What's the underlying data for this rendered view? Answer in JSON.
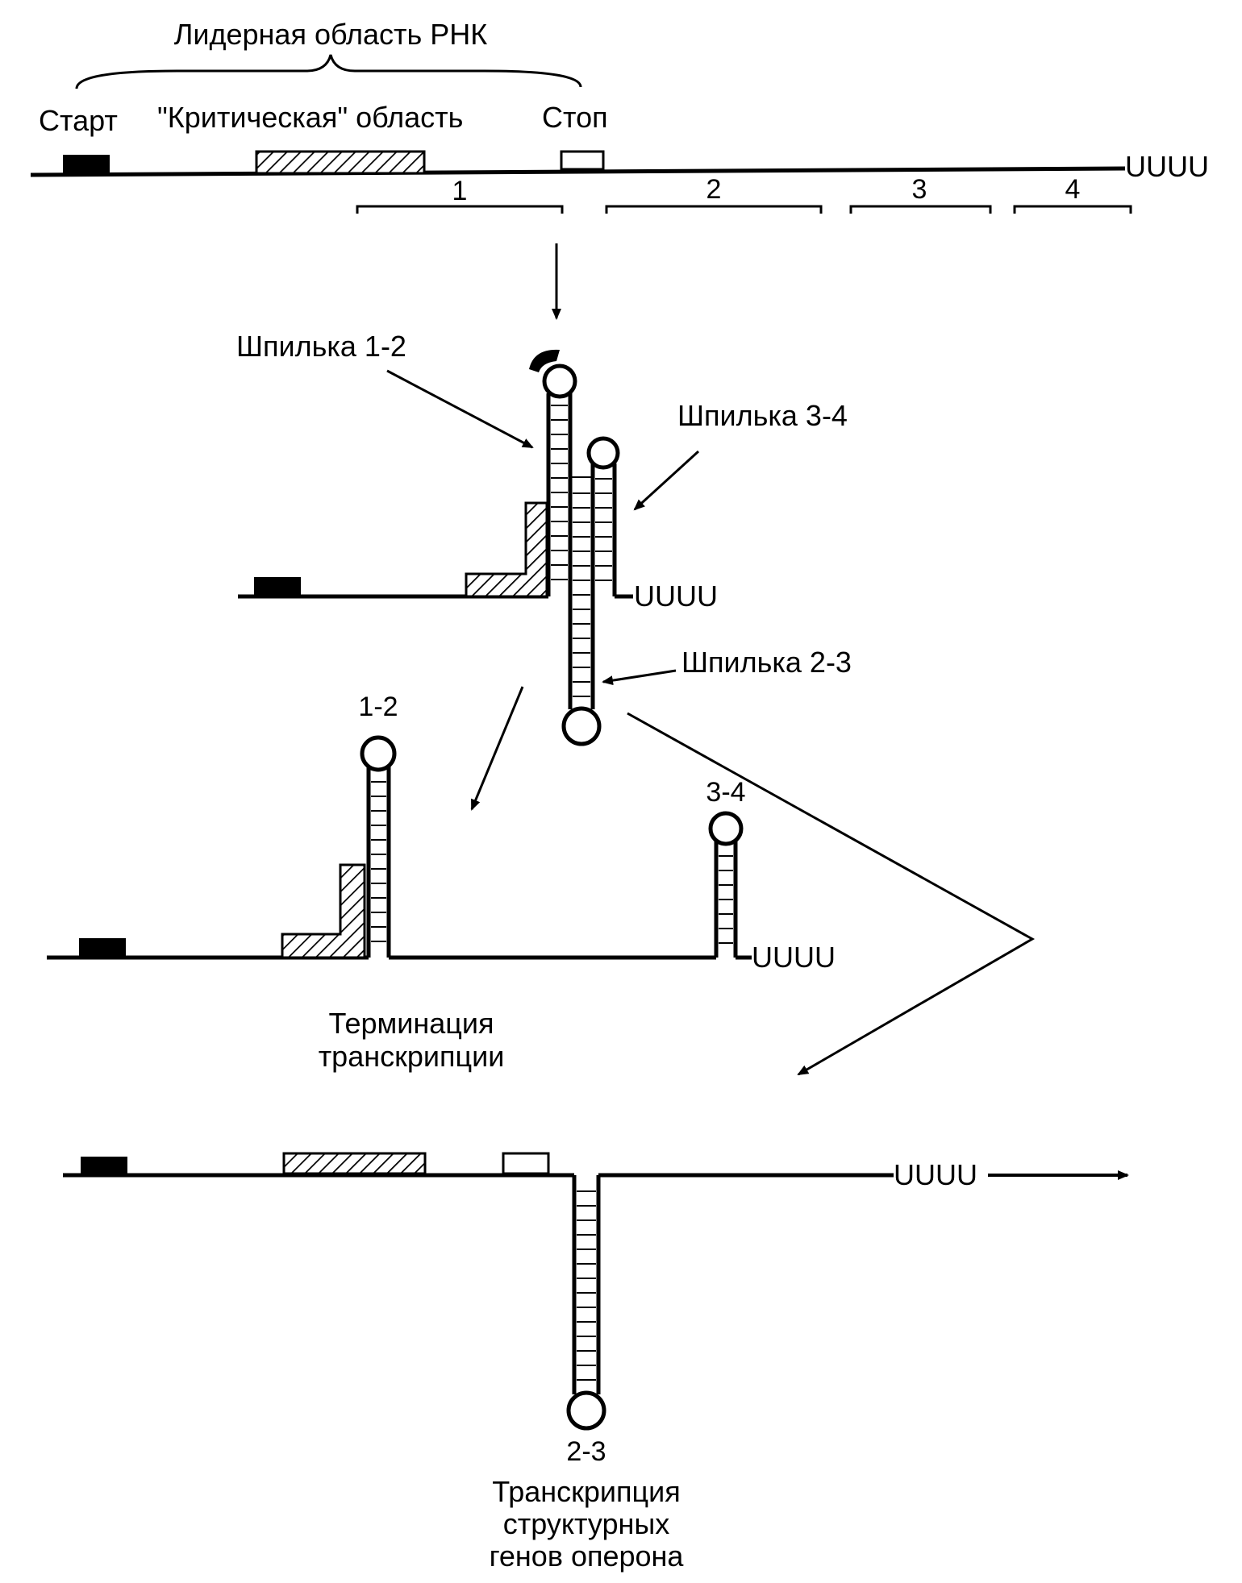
{
  "labels": {
    "leader_region": "Лидерная область РНК",
    "start": "Старт",
    "critical_region": "\"Критическая\" область",
    "stop": "Стоп",
    "uuuu": "UUUU",
    "hairpin_1_2": "Шпилька 1-2",
    "hairpin_3_4": "Шпилька 3-4",
    "hairpin_2_3": "Шпилька 2-3",
    "short_1_2": "1-2",
    "short_3_4": "3-4",
    "short_2_3": "2-3",
    "termination_line1": "Терминация",
    "termination_line2": "транскрипции",
    "transcription_line1": "Транскрипция",
    "transcription_line2": "структурных",
    "transcription_line3": "генов оперона"
  },
  "segments": [
    "1",
    "2",
    "3",
    "4"
  ],
  "colors": {
    "ink": "#000000",
    "paper": "#ffffff"
  }
}
